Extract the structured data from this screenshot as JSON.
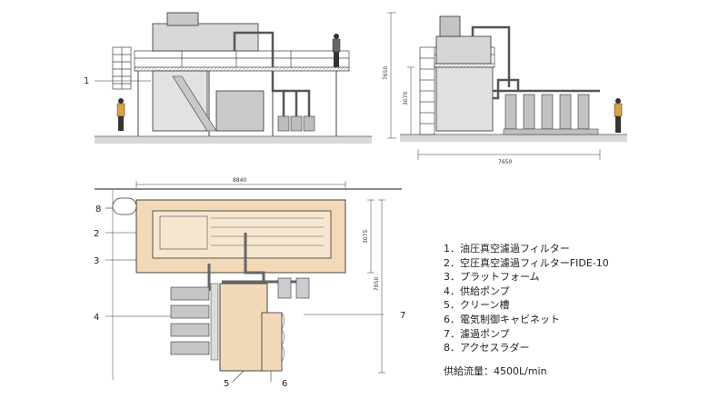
{
  "dimensions": {
    "elevation_height": "7650",
    "side_height_inner": "3070",
    "side_width": "7650",
    "plan_width": "8840",
    "plan_inner_height": "3075",
    "plan_height": "7650"
  },
  "callouts": {
    "c1": "1",
    "c2": "2",
    "c3": "3",
    "c4": "4",
    "c5": "5",
    "c6": "6",
    "c7": "7",
    "c8": "8"
  },
  "legend": {
    "items": [
      "1．油圧真空濾過フィルター",
      "2．空圧真空濾過フィルターFIDE-10",
      "3．プラットフォーム",
      "4．供給ポンプ",
      "5．クリーン槽",
      "6．電気制御キャビネット",
      "7．濾過ポンプ",
      "8．アクセスラダー"
    ],
    "flow_rate": "供給流量：4500L/min"
  },
  "colors": {
    "tank_fill": "#f2d9b8",
    "line": "#333333",
    "equipment_gray": "#c8c8c8",
    "ground": "#d9d9d9"
  }
}
